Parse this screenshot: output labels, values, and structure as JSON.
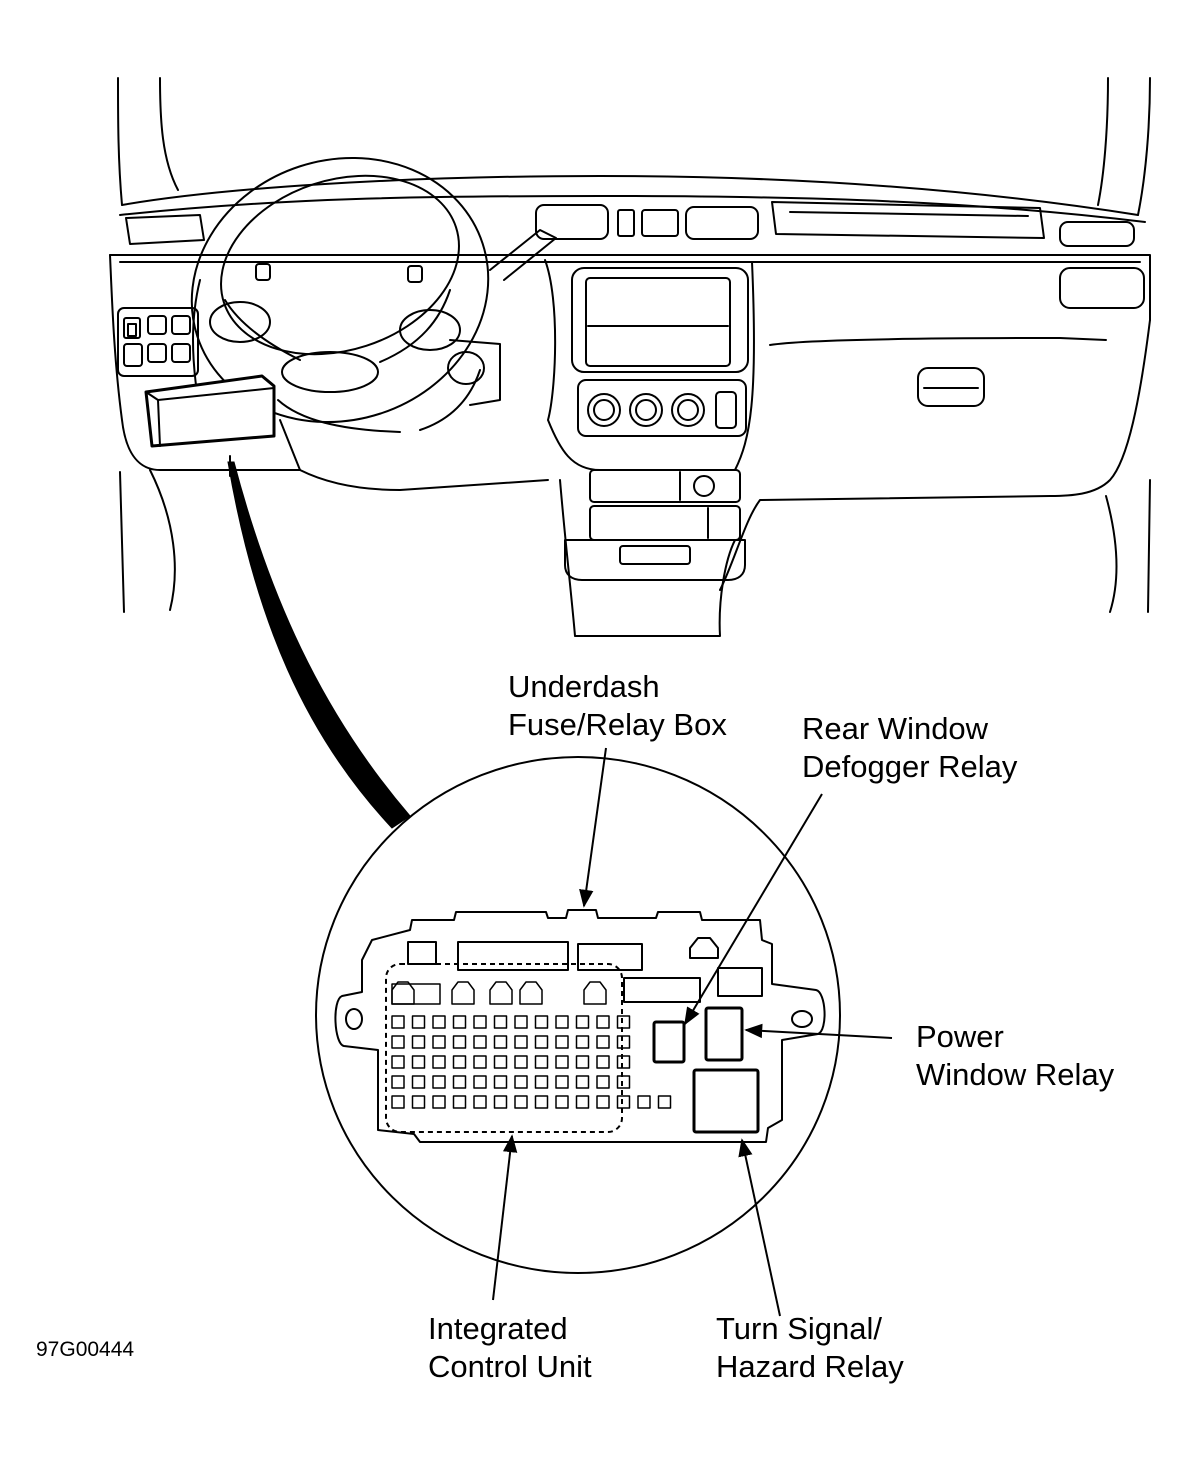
{
  "figure_code": "97G00444",
  "labels": {
    "underdash_box": [
      "Underdash",
      "Fuse/Relay Box"
    ],
    "defogger_relay": [
      "Rear Window",
      "Defogger Relay"
    ],
    "power_window_relay": [
      "Power",
      "Window Relay"
    ],
    "integrated_control_unit": [
      "Integrated",
      "Control Unit"
    ],
    "turn_signal_relay": [
      "Turn Signal/",
      "Hazard Relay"
    ]
  },
  "colors": {
    "ink": "#000000",
    "paper": "#ffffff"
  }
}
